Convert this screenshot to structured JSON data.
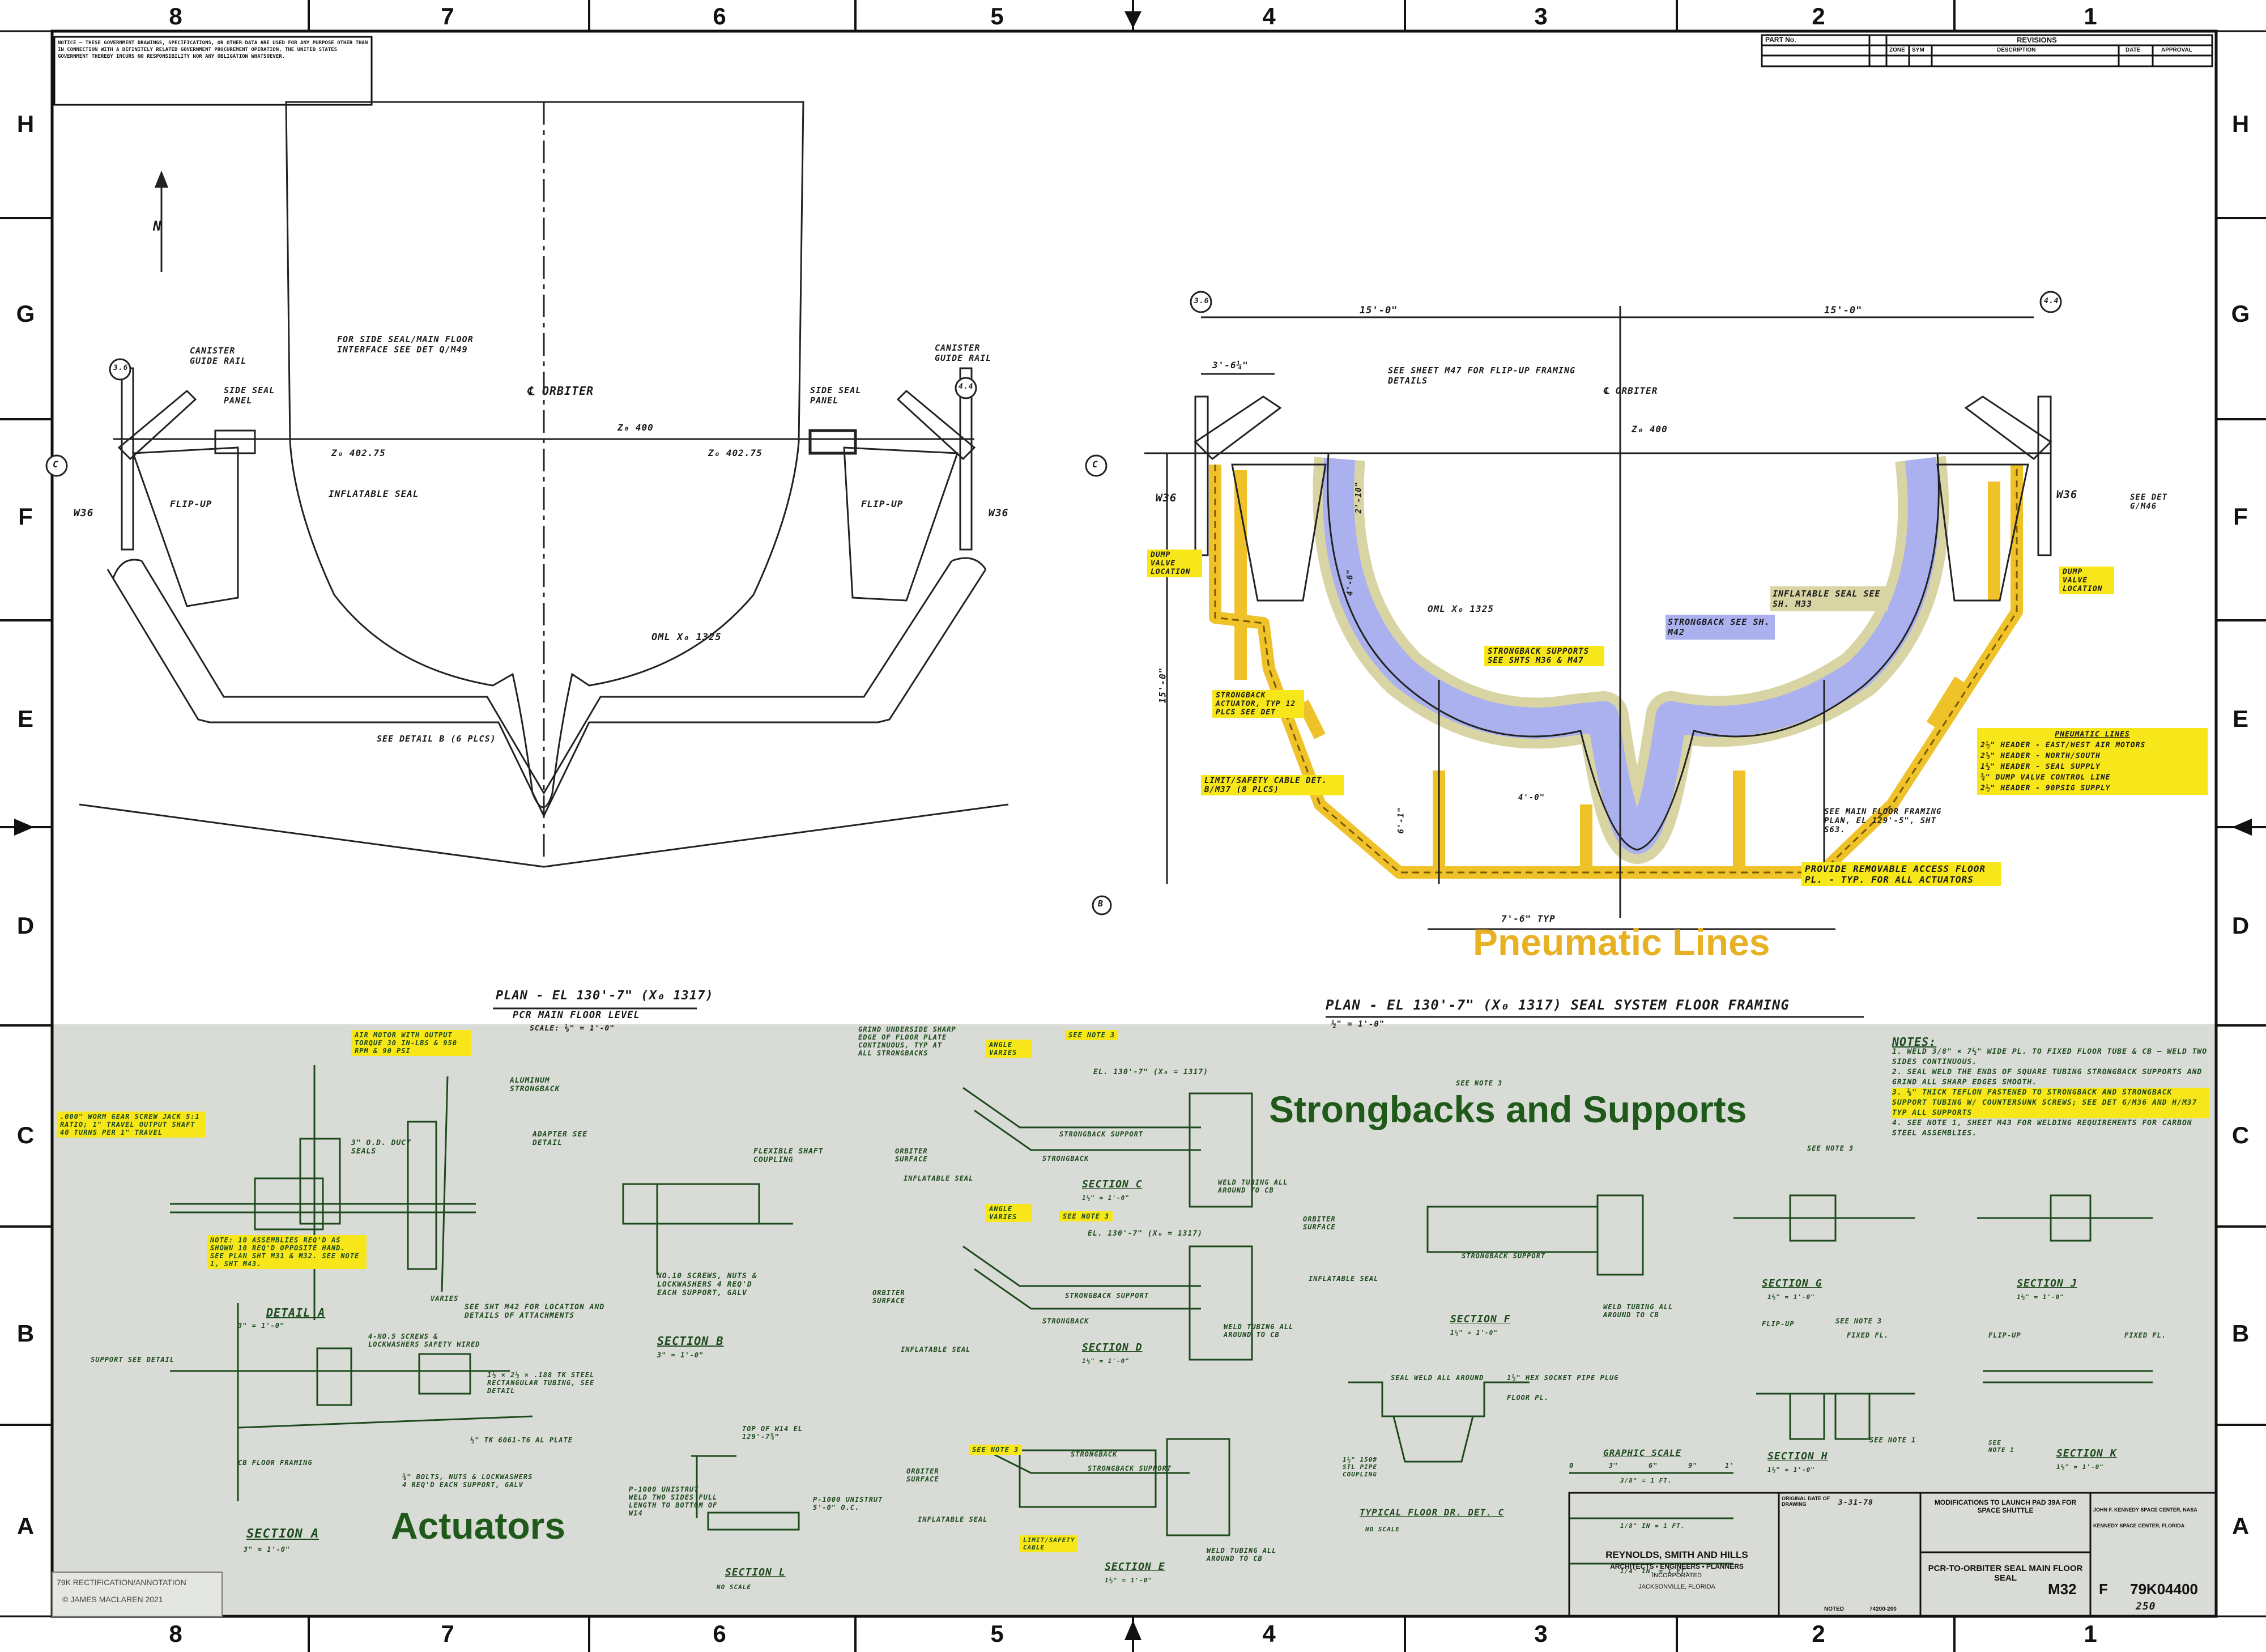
{
  "border": {
    "cols_top": [
      "8",
      "7",
      "6",
      "5",
      "4",
      "3",
      "2",
      "1"
    ],
    "cols_bottom": [
      "8",
      "7",
      "6",
      "5",
      "4",
      "3",
      "2",
      "1"
    ],
    "rows": [
      "H",
      "G",
      "F",
      "E",
      "D",
      "C",
      "B",
      "A"
    ]
  },
  "revisions": {
    "part_no": "PART No.",
    "header": "REVISIONS",
    "cols": [
      "ZONE",
      "SYM",
      "DESCRIPTION",
      "DATE",
      "APPROVAL"
    ]
  },
  "notice_text": "NOTICE — THESE GOVERNMENT DRAWINGS, SPECIFICATIONS, OR OTHER DATA ARE USED FOR ANY PURPOSE OTHER THAN IN CONNECTION WITH A DEFINITELY RELATED GOVERNMENT PROCUREMENT OPERATION, THE UNITED STATES GOVERNMENT THEREBY INCURS NO RESPONSIBILITY NOR ANY OBLIGATION WHATSOEVER.",
  "left_plan": {
    "north": "N",
    "cl_orbiter": "℄ ORBITER",
    "canister_left": "CANISTER GUIDE RAIL",
    "canister_right": "CANISTER GUIDE RAIL",
    "side_seal_panel": "SIDE SEAL PANEL",
    "side_seal_panel_r": "SIDE SEAL PANEL",
    "side_seal_note": "FOR SIDE SEAL/MAIN FLOOR INTERFACE SEE DET Q/M49",
    "z400": "Z₀ 400",
    "z402_l": "Z₀ 402.75",
    "z402_r": "Z₀ 402.75",
    "flipup_l": "FLIP-UP",
    "flipup_r": "FLIP-UP",
    "inflatable_seal": "INFLATABLE SEAL",
    "oml": "OML X₀ 1325",
    "see_detail": "SEE DETAIL B (6 PLCS)",
    "bubble_l": "3.6",
    "bubble_r": "4.4",
    "bubble_c": "C",
    "w36_l": "W36",
    "w36_r": "W36",
    "title": "PLAN - EL 130'-7\" (X₀ 1317)",
    "subtitle": "PCR MAIN FLOOR LEVEL",
    "scale": "SCALE: ⅛\" = 1'-0\""
  },
  "right_plan": {
    "dim_left": "15'-0\"",
    "dim_right": "15'-0\"",
    "dim_side": "3'-6¼\"",
    "dim_v": "15'-0\"",
    "dim_bottom": "7'-6\" TYP",
    "see_sheet": "SEE SHEET M47 FOR FLIP-UP FRAMING DETAILS",
    "cl_orbiter": "℄ ORBITER",
    "z400": "Z₀ 400",
    "oml": "OML X₀ 1325",
    "w36_l": "W36",
    "w36_r": "W36",
    "see_det_r": "SEE DET G/M46",
    "dump_l": "DUMP VALVE LOCATION",
    "dump_r": "DUMP VALVE LOCATION",
    "inflatable": "INFLATABLE SEAL SEE SH. M33",
    "strongback": "STRONGBACK SEE SH. M42",
    "strongback_supports": "STRONGBACK SUPPORTS SEE SHTS M36 & M47",
    "actuator": "STRONGBACK ACTUATOR, TYP 12 PLCS SEE DET",
    "limit_cable": "LIMIT/SAFETY CABLE DET. B/M37 (8 PLCS)",
    "see_main_floor": "SEE MAIN FLOOR FRAMING PLAN, EL 129'-5\", SHT S63.",
    "provide": "PROVIDE REMOVABLE ACCESS FLOOR PL. - TYP. FOR ALL ACTUATORS",
    "pneumatic_title": "PNEUMATIC LINES",
    "pneumatic_lines": [
      "2½\" HEADER - EAST/WEST AIR MOTORS",
      "2½\" HEADER - NORTH/SOUTH",
      "1½\" HEADER - SEAL SUPPLY",
      "¾\" DUMP VALVE CONTROL LINE",
      "2½\" HEADER - 90PSIG SUPPLY"
    ],
    "title": "PLAN - EL 130'-7\" (X₀ 1317) SEAL SYSTEM FLOOR FRAMING",
    "scale": "½\" = 1'-0\"",
    "bubble_tl": "3.6",
    "bubble_tr": "4.4",
    "bubble_c": "C",
    "bubble_b": "B",
    "dim_2_10": "2'-10\"",
    "dim_4": "4'-6\"",
    "dim_6": "6'-1\"",
    "dim_40": "4'-0\""
  },
  "annotations": {
    "pneumatic": "Pneumatic Lines",
    "strongbacks": "Strongbacks and Supports",
    "actuators": "Actuators"
  },
  "colors": {
    "pneumatic": "#f0c22a",
    "pneumatic_text": "#e8b123",
    "highlight": "#f6e61a",
    "green_text": "#1f5a1a",
    "lower_bg": "#d9dcd6",
    "blue_seal": "#aab1ee",
    "tan_seal": "#d8d4a4"
  },
  "lower": {
    "actuator_note1": "AIR MOTOR WITH OUTPUT TORQUE 30 IN-LBS & 950 RPM & 90 PSI",
    "actuator_note2": ".000\" WORM GEAR SCREW JACK 5:1 RATIO; 1\" TRAVEL OUTPUT SHAFT 40 TURNS PER 1\" TRAVEL",
    "actuator_note3": "NOTE: 10 ASSEMBLIES REQ'D AS SHOWN 10 REQ'D OPPOSITE HAND. SEE PLAN SHT M31 & M32. SEE NOTE 1, SHT M43.",
    "aluminum": "ALUMINUM STRONGBACK",
    "adapter": "ADAPTER SEE DETAIL",
    "od": "3\" O.D. DUCT SEALS",
    "flexible": "FLEXIBLE SHAFT COUPLING",
    "screws": "NO.10 SCREWS, NUTS & LOCKWASHERS 4 REQ'D EACH SUPPORT, GALV",
    "see_sht": "SEE SHT M42 FOR LOCATION AND DETAILS OF ATTACHMENTS",
    "varies": "VARIES",
    "detail_a": "DETAIL A",
    "detail_scale": "3\" = 1'-0\"",
    "support_see": "SUPPORT SEE DETAIL",
    "no5": "4-NO.5 SCREWS & LOCKWASHERS SAFETY WIRED",
    "tubing": "1½ × 2½ × .188 TK STEEL RECTANGULAR TUBING, SEE DETAIL",
    "plate": "½\" TK 6061-T6 AL PLATE",
    "cb_floor": "CB FLOOR FRAMING",
    "bolts": "⅜\" BOLTS, NUTS & LOCKWASHERS 4 REQ'D EACH SUPPORT, GALV",
    "section_a": "SECTION A",
    "section_a_scale": "3\" = 1'-0\"",
    "section_b": "SECTION B",
    "section_b_scale": "3\" = 1'-0\"",
    "top_w14": "TOP OF W14 EL 129'-7¾\"",
    "p1000a": "P-1000 UNISTRUT WELD TWO SIDES FULL LENGTH TO BOTTOM OF W14",
    "p1000b": "P-1000 UNISTRUT 5'-0\" O.C.",
    "section_l": "SECTION L",
    "no_scale": "NO SCALE",
    "grind": "GRIND UNDERSIDE SHARP EDGE OF FLOOR PLATE CONTINUOUS, TYP AT ALL STRONGBACKS",
    "angle_varies": "ANGLE VARIES",
    "see_note3": "SEE NOTE 3",
    "el130": "EL. 130'-7\" (X₀ = 1317)",
    "strongback_support": "STRONGBACK SUPPORT",
    "strongback": "STRONGBACK",
    "orbiter_surface": "ORBITER SURFACE",
    "inflatable_seal": "INFLATABLE SEAL",
    "weld_tubing": "WELD TUBING ALL AROUND TO CB",
    "section_c": "SECTION C",
    "section_d": "SECTION D",
    "section_e": "SECTION E",
    "section_f": "SECTION F",
    "section_g": "SECTION G",
    "section_h": "SECTION H",
    "section_j": "SECTION J",
    "section_k": "SECTION K",
    "sec_scale": "1½\" = 1'-0\"",
    "limit_cable": "LIMIT/SAFETY CABLE",
    "seal_weld": "SEAL WELD ALL AROUND",
    "hex_plug": "1½\" HEX SOCKET PIPE PLUG",
    "floor_pl": "FLOOR PL.",
    "coupling": "1½\" 150# STL PIPE COUPLING",
    "typical_floor": "TYPICAL FLOOR DR. DET. C",
    "graphic_scale": "GRAPHIC SCALE",
    "flip_up": "FLIP-UP",
    "fixed_fl": "FIXED FL.",
    "see_note1": "SEE NOTE 1",
    "notes_title": "NOTES:",
    "notes": [
      "1. WELD 3/8\" × 7½\" WIDE PL. TO FIXED FLOOR TUBE & CB — WELD TWO SIDES CONTINUOUS.",
      "2. SEAL WELD THE ENDS OF SQUARE TUBING STRONGBACK SUPPORTS AND GRIND ALL SHARP EDGES SMOOTH.",
      "3. ⅛\" THICK TEFLON FASTENED TO STRONGBACK AND STRONGBACK SUPPORT TUBING W/ COUNTERSUNK SCREWS; SEE DET G/M36 AND H/M37 TYP ALL SUPPORTS",
      "4. SEE NOTE 1, SHEET M43 FOR WELDING REQUIREMENTS FOR CARBON STEEL ASSEMBLIES."
    ],
    "scale_labels": [
      "0",
      "3\"",
      "6\"",
      "9\"",
      "1'"
    ],
    "scale_1": "3/8\" = 1 FT.",
    "scale_2": "1/8\" IN = 1 FT.",
    "scale_3": "1/4\" IN. = 1 FT."
  },
  "title_block": {
    "firm": "REYNOLDS, SMITH AND HILLS",
    "firm2": "ARCHITECTS • ENGINEERS • PLANNERS",
    "firm3": "INCORPORATED",
    "firm4": "JACKSONVILLE, FLORIDA",
    "mod": "MODIFICATIONS TO LAUNCH PAD 39A FOR SPACE SHUTTLE",
    "title": "PCR-TO-ORBITER SEAL MAIN FLOOR SEAL",
    "ksc": "JOHN F. KENNEDY SPACE CENTER, NASA",
    "ksc2": "KENNEDY SPACE CENTER, FLORIDA",
    "date": "3-31-78",
    "sheet": "M32",
    "size": "F",
    "dwg_no": "79K04400",
    "sheet_no": "250",
    "job": "74200-200",
    "scale": "NOTED",
    "orig_date": "ORIGINAL DATE OF DRAWING"
  },
  "credit": {
    "line1": "79K RECTIFICATION/ANNOTATION",
    "line2": "© JAMES MACLAREN 2021"
  }
}
